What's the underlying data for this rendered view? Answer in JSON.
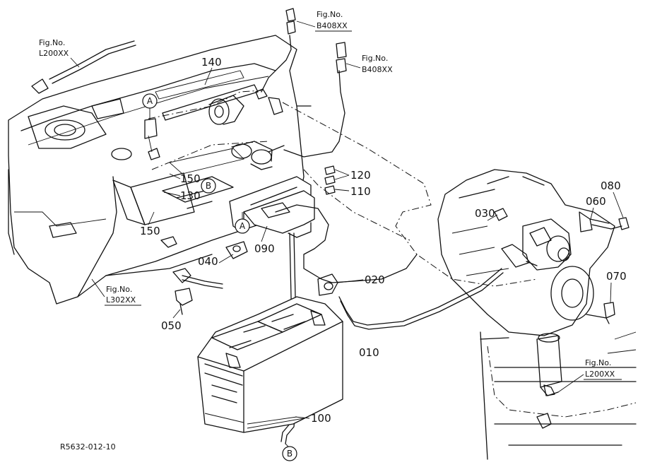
{
  "parts": {
    "p010": "010",
    "p020": "020",
    "p030": "030",
    "p040": "040",
    "p050": "050",
    "p060": "060",
    "p070": "070",
    "p080": "080",
    "p090": "090",
    "p100": "100",
    "p110": "110",
    "p120": "120",
    "p130": "130",
    "p140": "140",
    "p150a": "150",
    "p150b": "150"
  },
  "refs": {
    "fig_prefix": "Fig.No.",
    "l200_top": "L200XX",
    "b408_a": "B408XX",
    "b408_b": "B408XX",
    "l302": "L302XX",
    "l200_bottom": "L200XX"
  },
  "markers": {
    "a": "A",
    "b": "B"
  },
  "drawing_code": "R5632-012-10"
}
